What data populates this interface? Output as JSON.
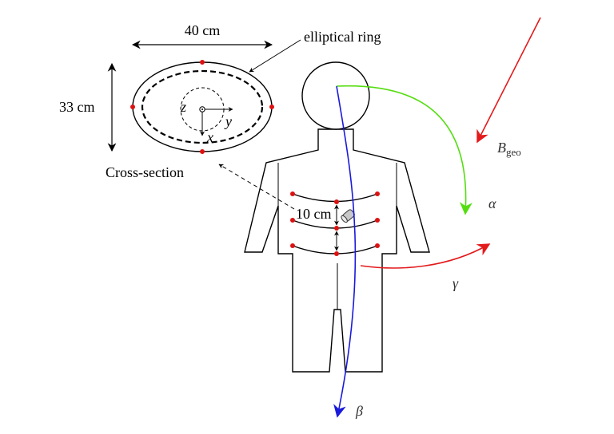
{
  "cross_section": {
    "width_label": "40 cm",
    "height_label": "33 cm",
    "ring_label": "elliptical ring",
    "title": "Cross-section",
    "axis_z": "z",
    "axis_y": "y",
    "axis_x": "x"
  },
  "torso": {
    "spacing_label": "10 cm"
  },
  "field": {
    "b_main": "B",
    "b_sub": "geo"
  },
  "angles": {
    "alpha": "α",
    "beta": "β",
    "gamma": "γ"
  },
  "colors": {
    "field_arrow": "#e31a1c",
    "alpha_arrow": "#55dd11",
    "beta_arrow": "#1a1adb",
    "gamma_arrow": "#e31a1c",
    "sensor_point": "#dd1111"
  }
}
